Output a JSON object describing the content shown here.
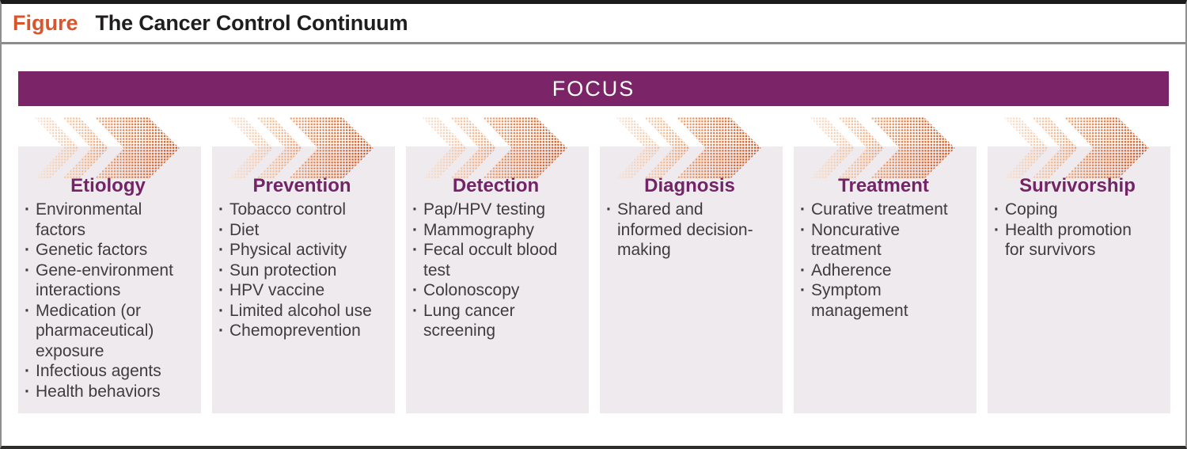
{
  "header": {
    "figure_label": "Figure",
    "title": "The Cancer Control Continuum"
  },
  "banner": {
    "focus_label": "FOCUS"
  },
  "colors": {
    "accent_orange": "#d8552e",
    "banner_purple": "#7b2568",
    "heading_purple": "#732466",
    "box_bg": "#efeaee",
    "body_text": "#3e3c3e",
    "arrow_light": "#f8e3d3",
    "arrow_mid": "#f0ad79",
    "arrow_dark": "#cc4d12"
  },
  "icons": {
    "arrow": "halftone-chevron-arrow"
  },
  "columns": [
    {
      "title": "Etiology",
      "items": [
        "Environmental\nfactors",
        "Genetic factors",
        "Gene-environment\ninteractions",
        "Medication (or\npharmaceutical)\nexposure",
        "Infectious agents",
        "Health behaviors"
      ]
    },
    {
      "title": "Prevention",
      "items": [
        "Tobacco control",
        "Diet",
        "Physical activity",
        "Sun protection",
        "HPV vaccine",
        "Limited alcohol use",
        "Chemoprevention"
      ]
    },
    {
      "title": "Detection",
      "items": [
        "Pap/HPV testing",
        "Mammography",
        "Fecal occult blood\ntest",
        "Colonoscopy",
        "Lung cancer\nscreening"
      ]
    },
    {
      "title": "Diagnosis",
      "items": [
        "Shared and\ninformed decision-\nmaking"
      ]
    },
    {
      "title": "Treatment",
      "items": [
        "Curative treatment",
        "Noncurative\ntreatment",
        "Adherence",
        "Symptom\nmanagement"
      ]
    },
    {
      "title": "Survivorship",
      "items": [
        "Coping",
        "Health promotion\nfor survivors"
      ]
    }
  ]
}
